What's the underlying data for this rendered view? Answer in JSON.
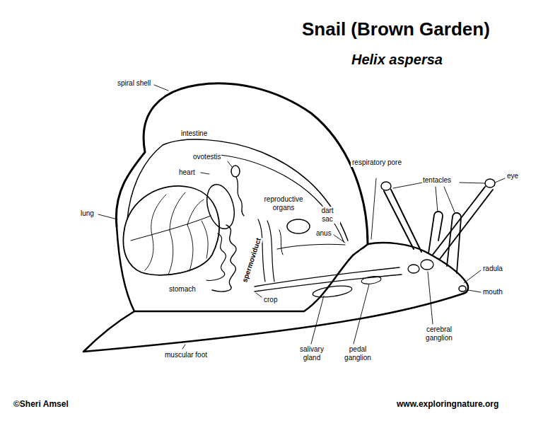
{
  "diagram": {
    "title": "Snail (Brown Garden)",
    "labels": [
      "spiral shell",
      "intestine",
      "ovotestis",
      "heart",
      "lung",
      "reproductive organs",
      "dart sac",
      "anus",
      "spermoviduct",
      "stomach",
      "crop",
      "respiratory pore",
      "tentacles",
      "eye",
      "radula",
      "mouth",
      "cerebral ganglion",
      "pedal ganglion",
      "salivary gland",
      "muscular foot",
      "Helix aspersa",
      "©Sheri Amsel",
      "www.exploringnature.org"
    ]
  }
}
